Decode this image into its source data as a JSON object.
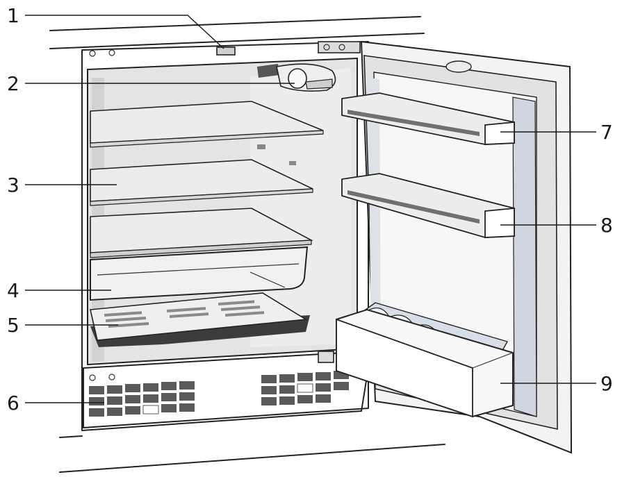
{
  "diagram": {
    "subject": "under-counter refrigerator with open door",
    "callouts": [
      {
        "id": 1,
        "label": "1",
        "part": "control-switch"
      },
      {
        "id": 2,
        "label": "2",
        "part": "thermostat-dial-light"
      },
      {
        "id": 3,
        "label": "3",
        "part": "glass-shelf"
      },
      {
        "id": 4,
        "label": "4",
        "part": "crisper-drawer"
      },
      {
        "id": 5,
        "label": "5",
        "part": "drawer-cover-glass"
      },
      {
        "id": 6,
        "label": "6",
        "part": "ventilation-grille"
      },
      {
        "id": 7,
        "label": "7",
        "part": "door-shelf-upper"
      },
      {
        "id": 8,
        "label": "8",
        "part": "door-shelf-lower"
      },
      {
        "id": 9,
        "label": "9",
        "part": "bottle-rack"
      }
    ]
  },
  "colors": {
    "line": "#222222",
    "interior": "#e6e6e6",
    "panel": "#f2f2f2",
    "grille": "#5a5a5a",
    "glass": "#dcdcdc"
  }
}
